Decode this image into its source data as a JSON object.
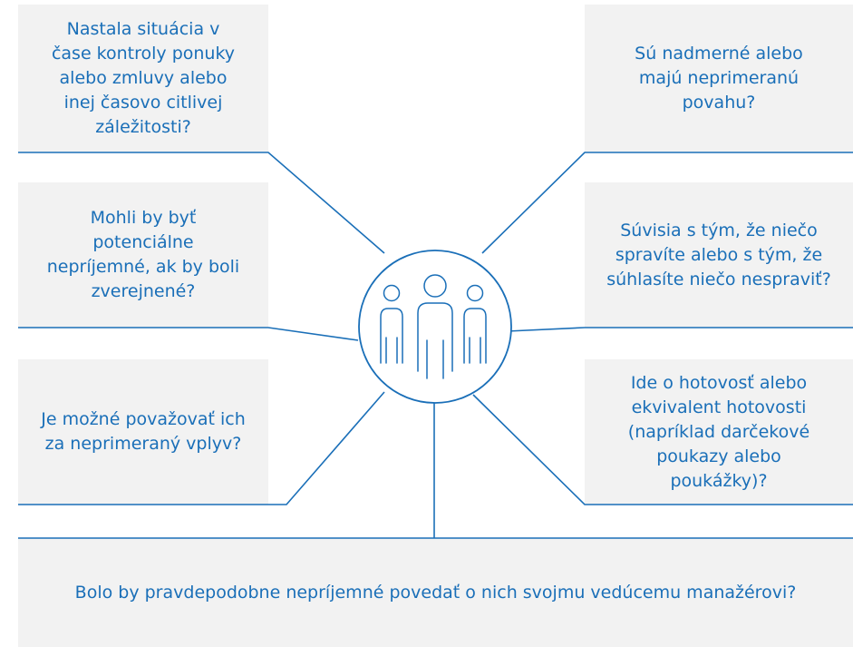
{
  "colors": {
    "accent": "#1a6fb8",
    "box_fill": "#f2f2f2",
    "background": "#ffffff"
  },
  "center": {
    "icon": "people-group-icon"
  },
  "questions": {
    "top_left": "Nastala situácia v čase kontroly ponuky alebo zmluvy alebo inej časovo citlivej záležitosti?",
    "top_right": "Sú nadmerné alebo majú neprimeranú povahu?",
    "mid_left": "Mohli by byť potenciálne nepríjemné, ak by boli zverejnené?",
    "mid_right": "Súvisia s tým, že niečo spravíte alebo s tým, že súhlasíte niečo nespraviť?",
    "low_left": "Je možné považovať ich za neprimeraný vplyv?",
    "low_right": "Ide o hotovosť alebo ekvivalent hotovosti (napríklad darčekové poukazy alebo poukážky)?",
    "bottom": "Bolo by pravdepodobne nepríjemné povedať o nich svojmu vedúcemu manažérovi?"
  }
}
